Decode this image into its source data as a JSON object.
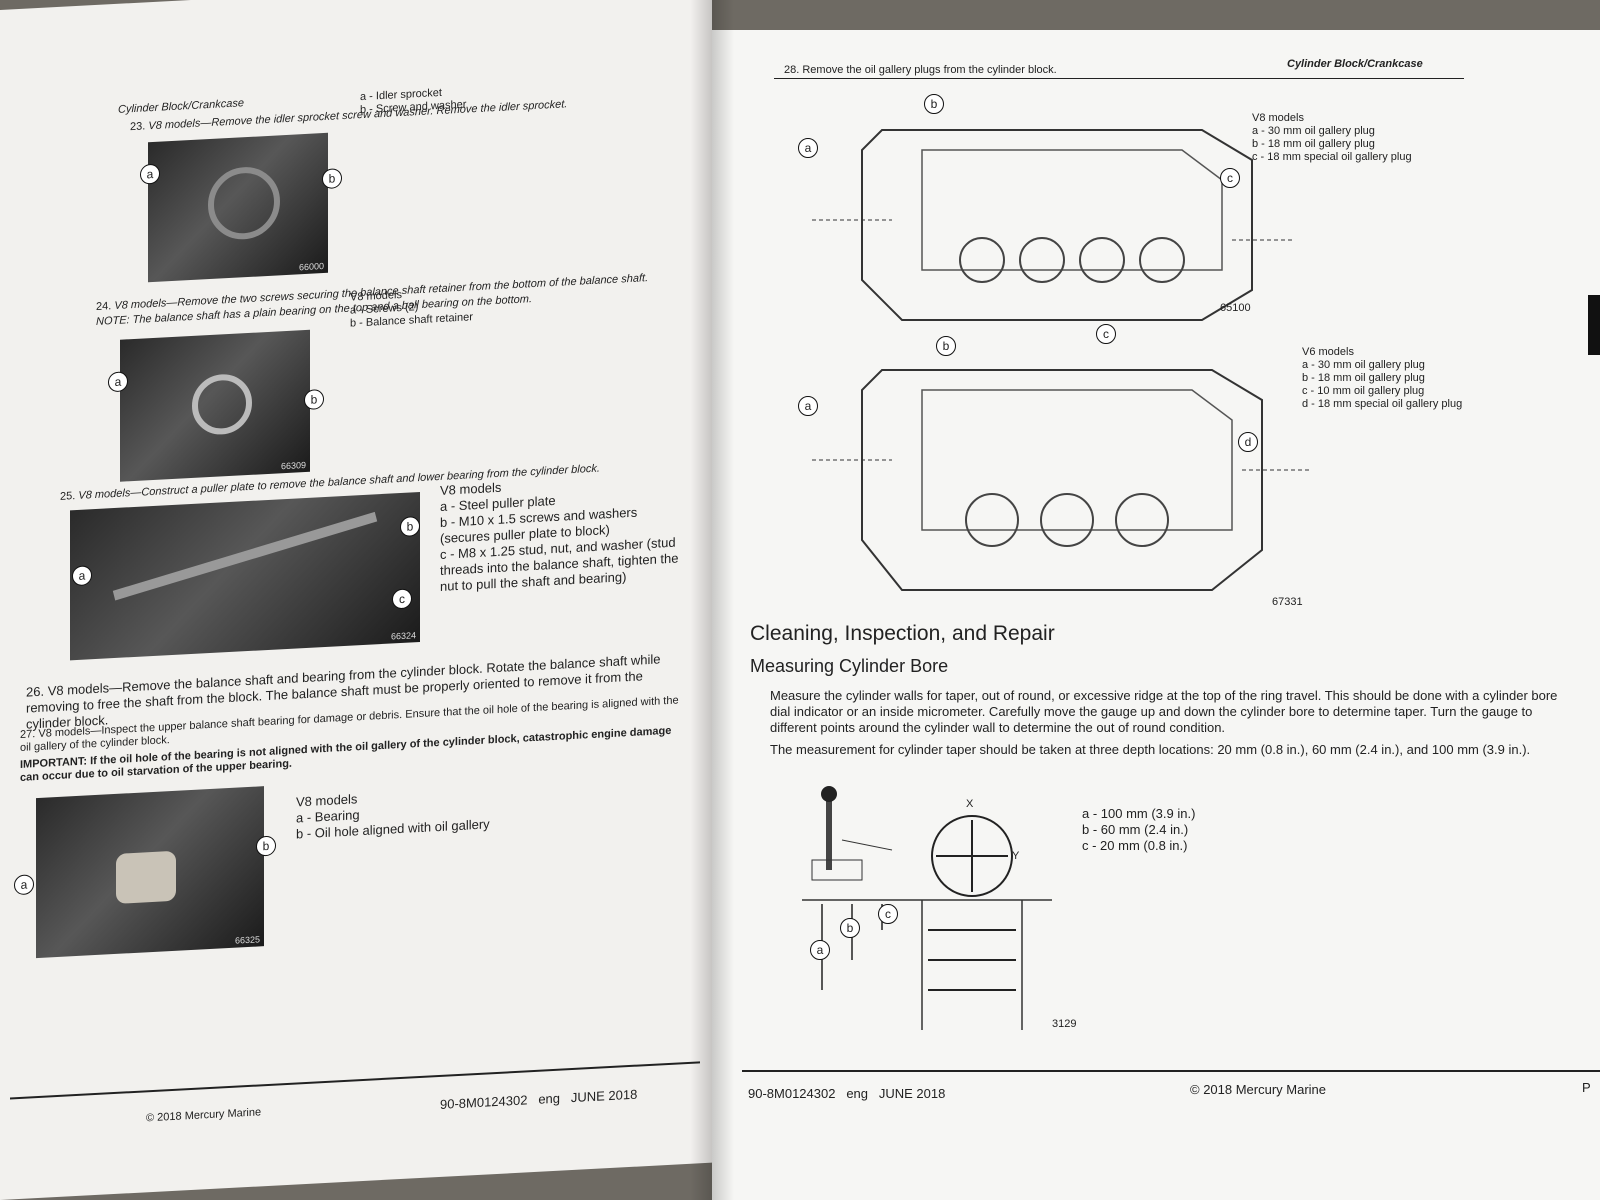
{
  "left_page": {
    "header": "Cylinder Block/Crankcase",
    "step23": {
      "number": "23.",
      "text": "V8 models—Remove the idler sprocket screw and washer. Remove the idler sprocket.",
      "legend": [
        "a - Idler sprocket",
        "b - Screw and washer"
      ],
      "photo_code": "66000"
    },
    "step24": {
      "number": "24.",
      "text": "V8 models—Remove the two screws securing the balance shaft retainer from the bottom of the balance shaft.",
      "note": "NOTE: The balance shaft has a plain bearing on the top and a ball bearing on the bottom.",
      "legend_title": "V8 models",
      "legend": [
        "a - Screws (2)",
        "b - Balance shaft retainer"
      ],
      "photo_code": "66309"
    },
    "step25": {
      "number": "25.",
      "text": "V8 models—Construct a puller plate to remove the balance shaft and lower bearing from the cylinder block.",
      "legend_title": "V8 models",
      "legend": [
        "a - Steel puller plate",
        "b - M10 x 1.5 screws and washers (secures puller plate to block)",
        "c - M8 x 1.25 stud, nut, and washer (stud threads into the balance shaft, tighten the nut to pull the shaft and bearing)"
      ],
      "photo_code": "66324"
    },
    "step26": {
      "number": "26.",
      "text": "V8 models—Remove the balance shaft and bearing from the cylinder block. Rotate the balance shaft while removing to free the shaft from the block. The balance shaft must be properly oriented to remove it from the cylinder block."
    },
    "step27": {
      "number": "27.",
      "text": "V8 models—Inspect the upper balance shaft bearing for damage or debris. Ensure that the oil hole of the bearing is aligned with the oil gallery of the cylinder block.",
      "important": "IMPORTANT: If the oil hole of the bearing is not aligned with the oil gallery of the cylinder block, catastrophic engine damage can occur due to oil starvation of the upper bearing.",
      "legend_title": "V8 models",
      "legend": [
        "a - Bearing",
        "b - Oil hole aligned with oil gallery"
      ],
      "photo_code": "66325"
    },
    "footer": {
      "copyright": "© 2018 Mercury Marine",
      "doc": "90-8M0124302",
      "lang": "eng",
      "date": "JUNE 2018"
    }
  },
  "right_page": {
    "header": "Cylinder Block/Crankcase",
    "step28": {
      "number": "28.",
      "text": "Remove the oil gallery plugs from the cylinder block."
    },
    "figure_v8": {
      "legend_title": "V8 models",
      "legend": [
        "a - 30 mm oil gallery plug",
        "b - 18 mm oil gallery plug",
        "c - 18 mm special oil gallery plug"
      ],
      "code": "65100"
    },
    "figure_v6": {
      "legend_title": "V6 models",
      "legend": [
        "a - 30 mm oil gallery plug",
        "b - 18 mm oil gallery plug",
        "c - 10 mm oil gallery plug",
        "d - 18 mm special oil gallery plug"
      ],
      "code": "67331"
    },
    "section_title": "Cleaning, Inspection, and Repair",
    "subsection_title": "Measuring Cylinder Bore",
    "para1": "Measure the cylinder walls for taper, out of round, or excessive ridge at the top of the ring travel. This should be done with a cylinder bore dial indicator or an inside micrometer. Carefully move the gauge up and down the cylinder bore to determine taper. Turn the gauge to different points around the cylinder wall to determine the out of round condition.",
    "para2": "The measurement for cylinder taper should be taken at three depth locations: 20 mm (0.8 in.), 60 mm (2.4 in.), and 100 mm (3.9 in.).",
    "bore_figure": {
      "legend": [
        "a - 100 mm (3.9 in.)",
        "b - 60 mm (2.4 in.)",
        "c - 20 mm (0.8 in.)"
      ],
      "axis_x": "X",
      "axis_y": "Y",
      "code": "3129"
    },
    "footer": {
      "doc": "90-8M0124302",
      "lang": "eng",
      "date": "JUNE 2018",
      "copyright": "© 2018 Mercury Marine",
      "page": "P"
    },
    "callouts": [
      "a",
      "b",
      "c",
      "d"
    ]
  }
}
